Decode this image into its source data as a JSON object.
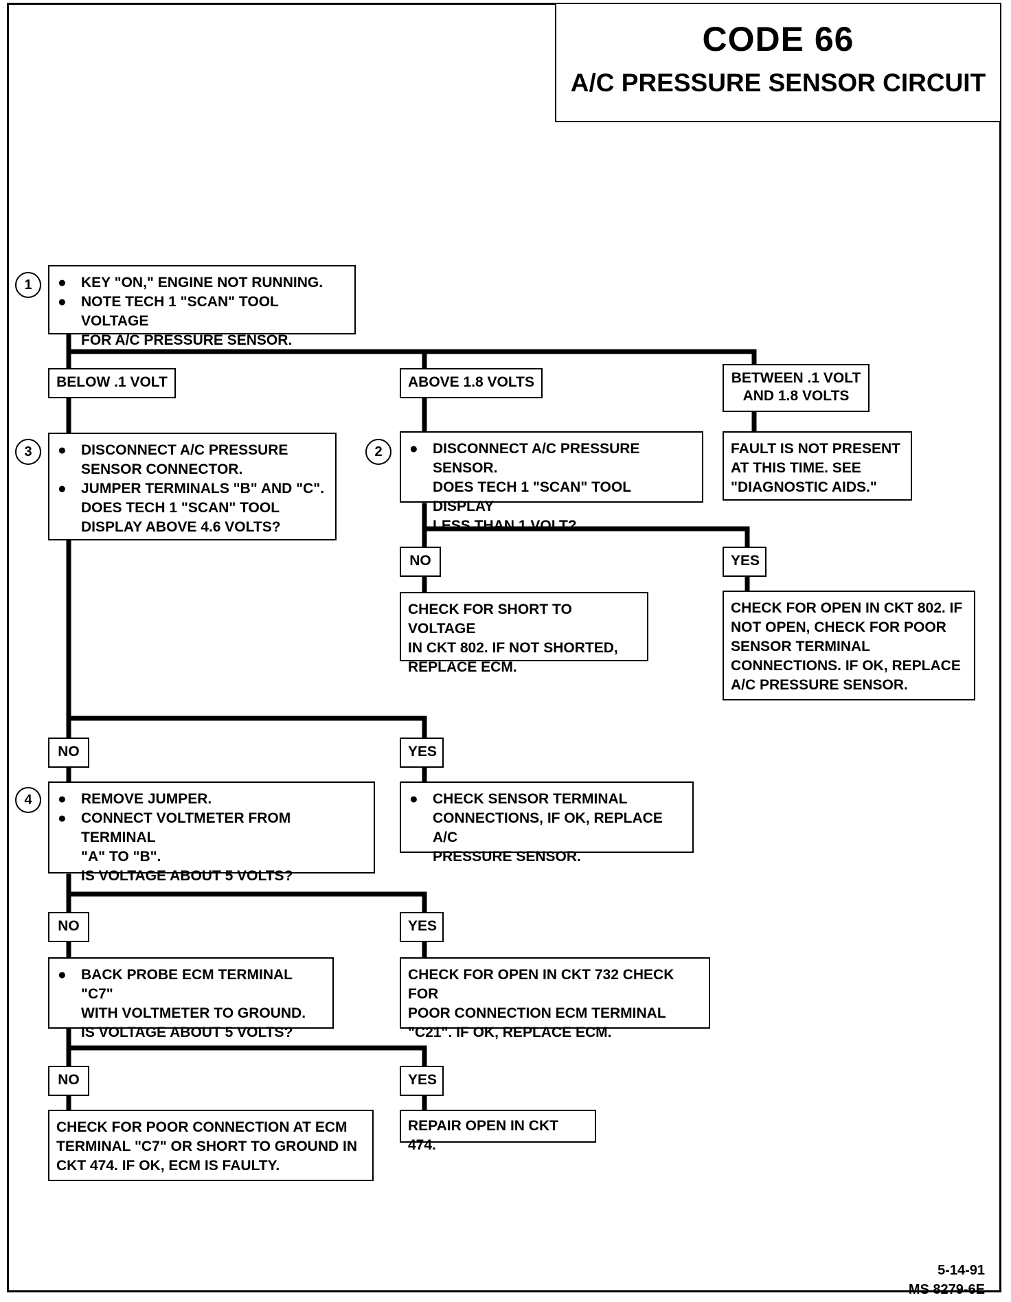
{
  "title": {
    "code": "CODE 66",
    "subtitle": "A/C PRESSURE SENSOR CIRCUIT"
  },
  "steps": {
    "s1": "1",
    "s2": "2",
    "s3": "3",
    "s4": "4"
  },
  "boxes": {
    "b1": {
      "l1": "KEY \"ON,\" ENGINE NOT RUNNING.",
      "l2": "NOTE TECH 1 \"SCAN\" TOOL VOLTAGE",
      "l3": "FOR A/C PRESSURE SENSOR."
    },
    "b3": {
      "l1": "DISCONNECT A/C PRESSURE",
      "l2": "SENSOR CONNECTOR.",
      "l3": "JUMPER TERMINALS \"B\" AND \"C\".",
      "l4": "DOES TECH 1 \"SCAN\" TOOL",
      "l5": "DISPLAY ABOVE  4.6 VOLTS?"
    },
    "b2": {
      "l1": "DISCONNECT A/C PRESSURE SENSOR.",
      "l2": "DOES TECH 1 \"SCAN\" TOOL DISPLAY",
      "l3": "LESS THAN 1 VOLT?"
    },
    "fault": {
      "l1": "FAULT IS NOT PRESENT",
      "l2": "AT THIS TIME.  SEE",
      "l3": "\"DIAGNOSTIC AIDS.\""
    },
    "short": {
      "l1": "CHECK FOR SHORT TO VOLTAGE",
      "l2": "IN CKT 802.  IF NOT SHORTED,",
      "l3": "REPLACE ECM."
    },
    "open802": {
      "l1": "CHECK FOR OPEN IN CKT 802.  IF",
      "l2": "NOT OPEN, CHECK FOR POOR",
      "l3": "SENSOR TERMINAL",
      "l4": "CONNECTIONS.  IF OK, REPLACE",
      "l5": "A/C PRESSURE SENSOR."
    },
    "b4": {
      "l1": "REMOVE JUMPER.",
      "l2": "CONNECT VOLTMETER FROM TERMINAL",
      "l3": "\"A\" TO \"B\".",
      "l4": "IS VOLTAGE ABOUT 5 VOLTS?"
    },
    "sensor": {
      "l1": "CHECK SENSOR TERMINAL",
      "l2": "CONNECTIONS, IF OK, REPLACE A/C",
      "l3": "PRESSURE SENSOR."
    },
    "probe": {
      "l1": "BACK PROBE ECM TERMINAL \"C7\"",
      "l2": "WITH VOLTMETER TO GROUND.",
      "l3": "IS VOLTAGE ABOUT 5 VOLTS?"
    },
    "open732": {
      "l1": "CHECK FOR OPEN IN CKT 732  CHECK FOR",
      "l2": "POOR CONNECTION ECM TERMINAL",
      "l3": "\"C21\".  IF OK, REPLACE ECM."
    },
    "poor": {
      "l1": "CHECK FOR POOR CONNECTION AT ECM",
      "l2": "TERMINAL \"C7\" OR SHORT TO GROUND IN",
      "l3": "CKT 474.  IF OK, ECM IS FAULTY."
    },
    "repair": {
      "l1": "REPAIR OPEN IN CKT 474."
    }
  },
  "labels": {
    "below": "BELOW .1 VOLT",
    "above": "ABOVE 1.8 VOLTS",
    "between_l1": "BETWEEN .1 VOLT",
    "between_l2": "AND 1.8 VOLTS",
    "no": "NO",
    "yes": "YES"
  },
  "bullet": "●",
  "footer": {
    "date": "5-14-91",
    "ref": "MS 8279-6E"
  }
}
